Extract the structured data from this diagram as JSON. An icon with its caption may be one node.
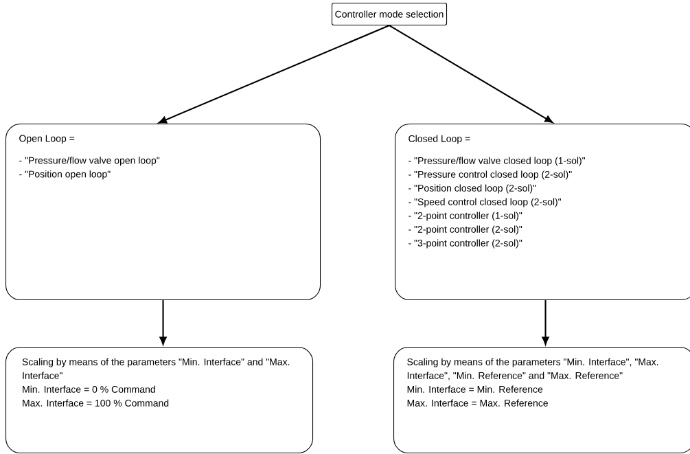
{
  "diagram": {
    "nodes": [
      {
        "text": [
          "Controller mode selection"
        ]
      },
      {
        "text": [
          "Open Loop =",
          "- \"Pressure/flow valve open loop\"",
          "- \"Position open loop\""
        ]
      },
      {
        "text": [
          "Closed Loop =",
          "- \"Pressure/flow valve closed loop (1-sol)\"",
          "- \"Pressure control closed loop (2-sol)\"",
          "- \"Position closed loop (2-sol)\"",
          "- \"Speed control closed loop (2-sol)\"",
          "- \"2-point controller (1-sol)\"",
          "- \"2-point controller (2-sol)\"",
          "- \"3-point controller (2-sol)\""
        ]
      },
      {
        "text": [
          "Scaling by means of the parameters \"Min. Interface\" and \"Max. Interface\"",
          "Min. Interface = 0 % Command",
          "Max. Interface = 100 % Command"
        ]
      },
      {
        "text": [
          "Scaling by means of the parameters \"Min. Interface\", \"Max. Interface\", \"Min. Reference\" and \"Max. Reference\"",
          "Min. Interface = Min. Reference",
          "Max. Interface = Max. Reference"
        ]
      }
    ],
    "edges": [
      {
        "from": 0,
        "to": 1,
        "arrow": "to"
      },
      {
        "from": 0,
        "to": 2,
        "arrow": "to"
      },
      {
        "from": 1,
        "to": 3,
        "arrow": "to"
      },
      {
        "from": 2,
        "to": 4,
        "arrow": "to"
      }
    ]
  }
}
